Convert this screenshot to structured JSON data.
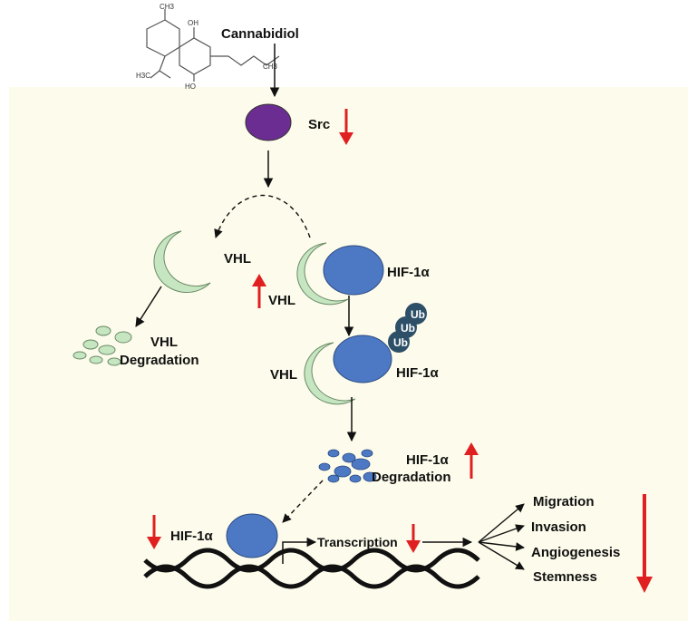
{
  "compound": {
    "name": "Cannabidiol",
    "structure": {
      "oh": "OH",
      "ch3_top": "CH3",
      "ch3_right": "CH3",
      "h3c": "H3C",
      "ho": "HO"
    }
  },
  "src": {
    "label": "Src"
  },
  "vhl_free": {
    "label": "VHL"
  },
  "vhl_degradation": {
    "line1": "VHL",
    "line2": "Degradation"
  },
  "vhl_complex": {
    "label": "VHL"
  },
  "hif_complex": {
    "label": "HIF-1α"
  },
  "ubiquitin": [
    "Ub",
    "Ub",
    "Ub"
  ],
  "vhl_ub": {
    "label": "VHL"
  },
  "hif_ub": {
    "label": "HIF-1α"
  },
  "hif_degradation": {
    "line1": "HIF-1α",
    "line2": "Degradation"
  },
  "hif_nuclear": {
    "label": "HIF-1α"
  },
  "transcription": {
    "label": "Transcription"
  },
  "outcomes": [
    "Migration",
    "Invasion",
    "Angiogenesis",
    "Stemness"
  ],
  "colors": {
    "panel_bg": "#fdfbeb",
    "src_fill": "#6b2d91",
    "vhl_fill": "#c6e6c2",
    "hif_fill": "#4d79c4",
    "ub_fill": "#2d4f68",
    "up_down_arrow": "#e02020",
    "dna": "#111111"
  },
  "indicators": {
    "src": "down",
    "vhl_complex": "up",
    "hif_degradation": "up",
    "hif_nuclear": "down",
    "transcription": "down",
    "outcomes": "down"
  }
}
